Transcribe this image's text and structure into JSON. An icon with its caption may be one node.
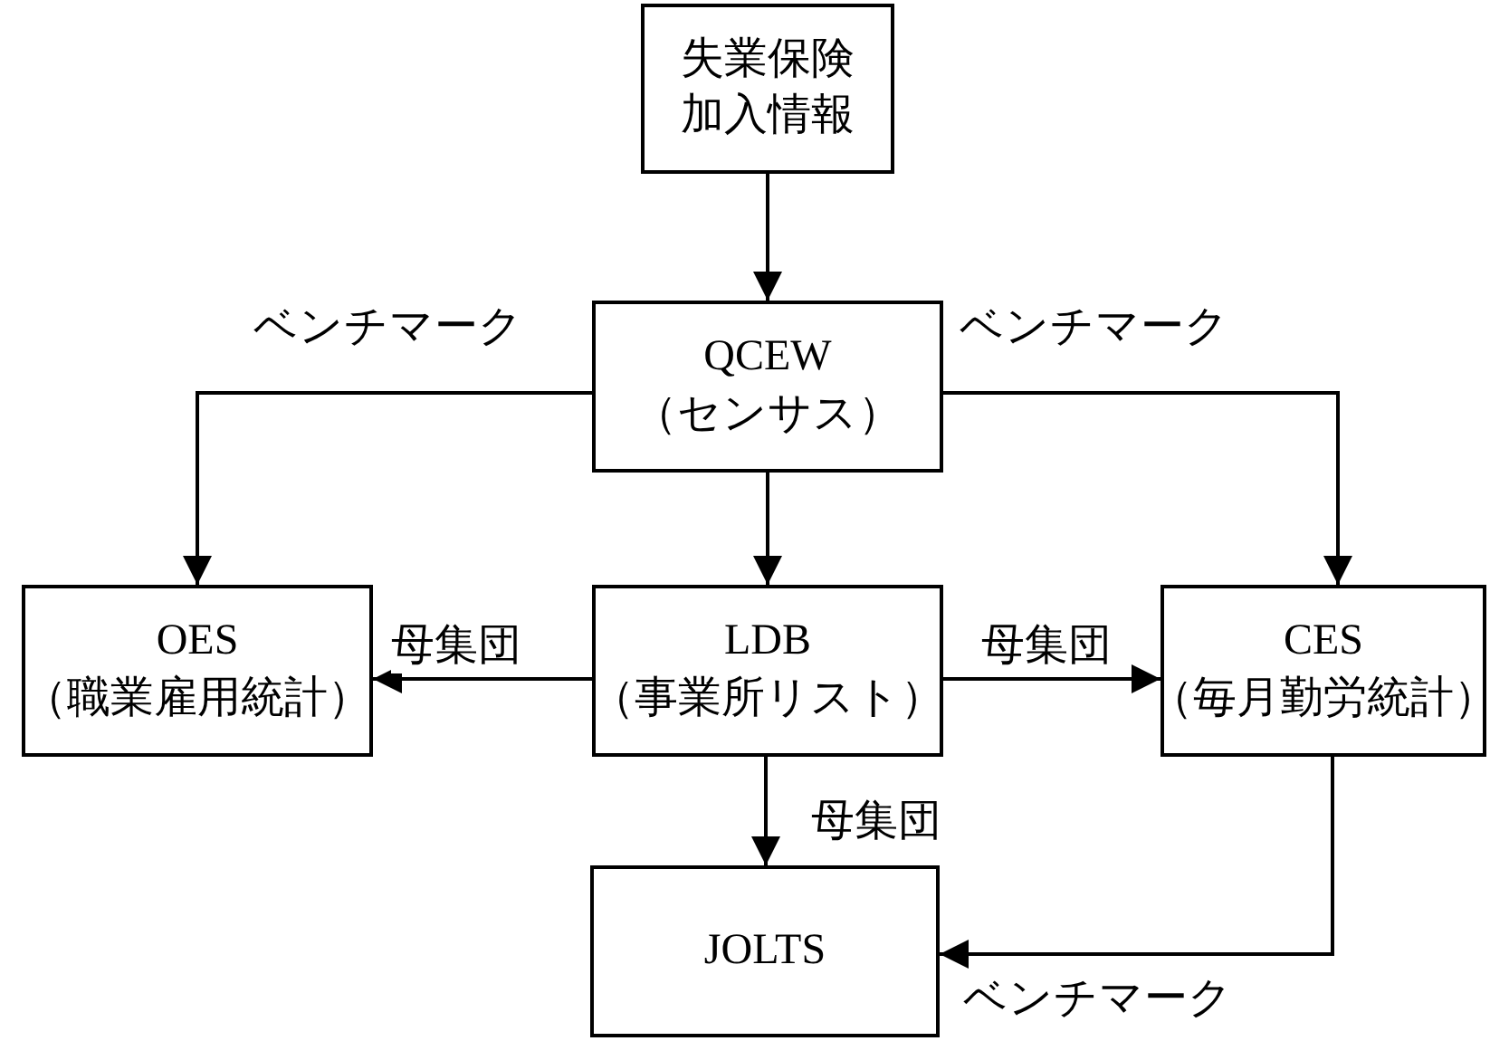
{
  "diagram": {
    "nodes": [
      {
        "text": [
          "失業保険加入情報"
        ]
      },
      {
        "text": [
          "QCEW",
          "（センサス）"
        ]
      },
      {
        "text": [
          "OES",
          "（職業雇用統計）"
        ]
      },
      {
        "text": [
          "LDB",
          "（事業所リスト）"
        ]
      },
      {
        "text": [
          "CES",
          "（毎月勤労統計）"
        ]
      },
      {
        "text": [
          "JOLTS"
        ]
      }
    ],
    "edges": [
      {
        "from": 0,
        "to": 1,
        "arrow": "to"
      },
      {
        "from": 1,
        "to": 2,
        "arrow": "to",
        "label": "ベンチマーク"
      },
      {
        "from": 1,
        "to": 4,
        "arrow": "to",
        "label": "ベンチマーク"
      },
      {
        "from": 1,
        "to": 3,
        "arrow": "to"
      },
      {
        "from": 3,
        "to": 2,
        "arrow": "to",
        "label": "母集団"
      },
      {
        "from": 3,
        "to": 4,
        "arrow": "to",
        "label": "母集団"
      },
      {
        "from": 3,
        "to": 5,
        "arrow": "to",
        "label": "母集団"
      },
      {
        "from": 4,
        "to": 5,
        "arrow": "to",
        "label": "ベンチマーク"
      }
    ]
  }
}
